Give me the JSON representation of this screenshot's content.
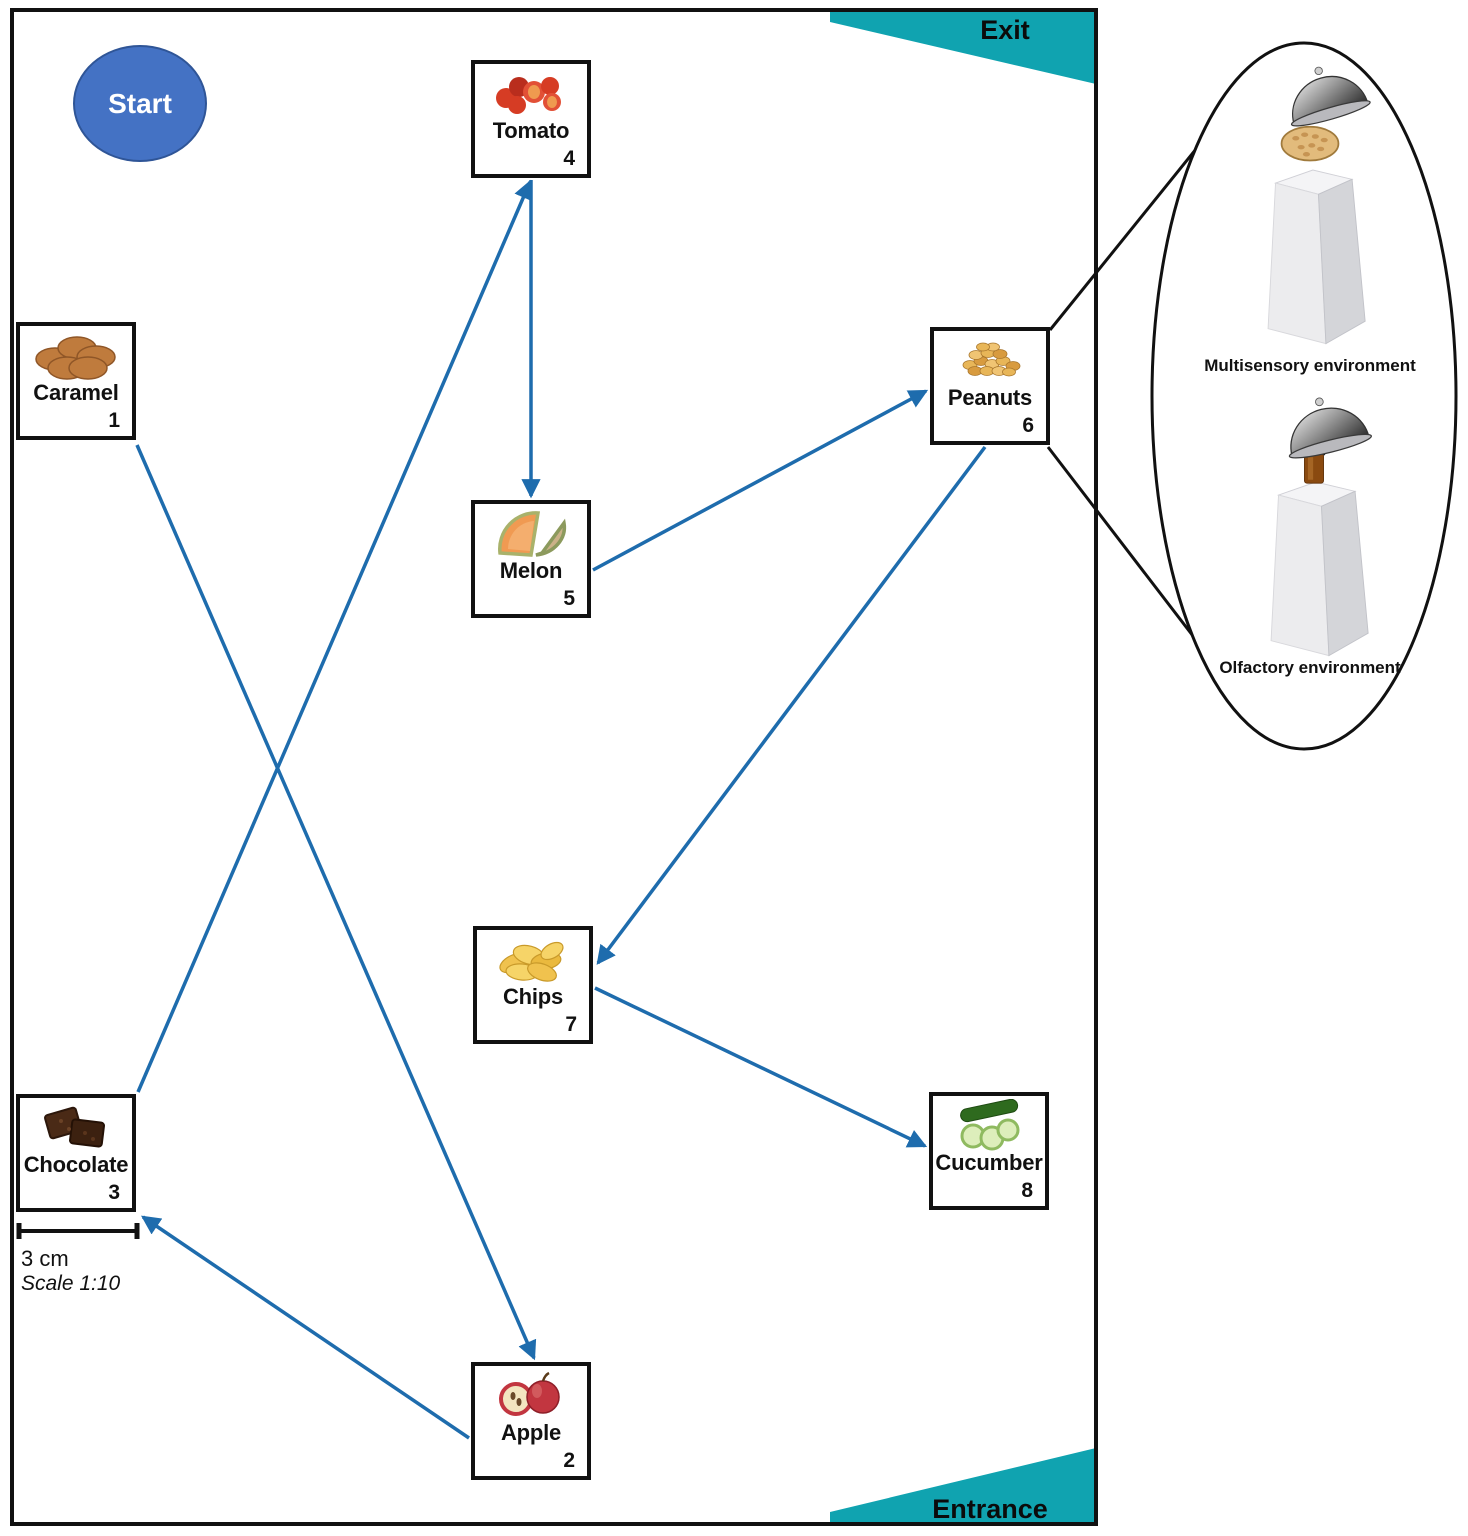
{
  "room": {
    "start_label": "Start",
    "exit_label": "Exit",
    "entrance_label": "Entrance"
  },
  "stations": [
    {
      "label": "Caramel",
      "number": "1",
      "icon": "caramel-biscuits"
    },
    {
      "label": "Apple",
      "number": "2",
      "icon": "apples"
    },
    {
      "label": "Chocolate",
      "number": "3",
      "icon": "chocolate-brownies"
    },
    {
      "label": "Tomato",
      "number": "4",
      "icon": "cherry-tomatoes"
    },
    {
      "label": "Melon",
      "number": "5",
      "icon": "melon-slices"
    },
    {
      "label": "Peanuts",
      "number": "6",
      "icon": "peanut-pile"
    },
    {
      "label": "Chips",
      "number": "7",
      "icon": "potato-chips"
    },
    {
      "label": "Cucumber",
      "number": "8",
      "icon": "cucumber-and-slices"
    }
  ],
  "route": [
    {
      "from": "Caramel",
      "to": "Apple"
    },
    {
      "from": "Apple",
      "to": "Chocolate"
    },
    {
      "from": "Chocolate",
      "to": "Tomato"
    },
    {
      "from": "Tomato",
      "to": "Melon"
    },
    {
      "from": "Melon",
      "to": "Peanuts"
    },
    {
      "from": "Peanuts",
      "to": "Chips"
    },
    {
      "from": "Chips",
      "to": "Cucumber"
    }
  ],
  "scale_bar": {
    "length_label": "3 cm",
    "ratio_label": "Scale 1:10"
  },
  "magnifier": {
    "source_station": "Peanuts",
    "exhibits": [
      {
        "label": "Multisensory environment",
        "icon": "open-cloche-peanut-bowl-on-pedestal"
      },
      {
        "label": "Olfactory environment",
        "icon": "open-cloche-scent-vial-on-pedestal"
      }
    ]
  },
  "colors": {
    "door_teal": "#10a3b0",
    "route_blue": "#1e6cad",
    "start_fill": "#4472c4",
    "start_border": "#2f5597",
    "outline_black": "#111111"
  }
}
